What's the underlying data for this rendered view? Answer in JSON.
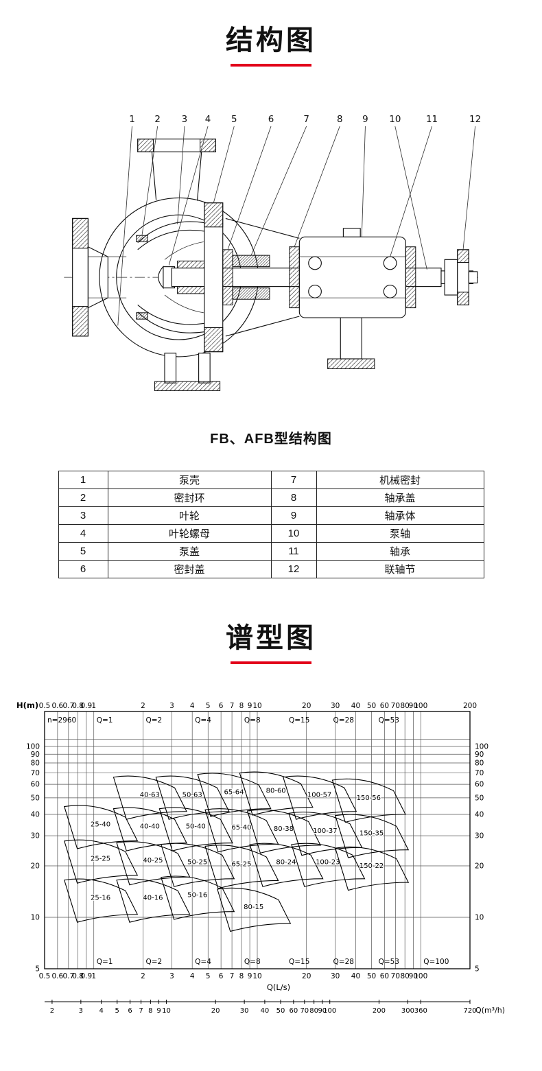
{
  "page": {
    "background": "#ffffff",
    "accent_color": "#e2001a"
  },
  "structure_section": {
    "title": "结构图",
    "caption": "FB、AFB型结构图",
    "part_numbers": [
      "1",
      "2",
      "3",
      "4",
      "5",
      "6",
      "7",
      "8",
      "9",
      "10",
      "11",
      "12"
    ],
    "parts_table": {
      "rows": [
        {
          "no_l": "1",
          "name_l": "泵壳",
          "no_r": "7",
          "name_r": "机械密封"
        },
        {
          "no_l": "2",
          "name_l": "密封环",
          "no_r": "8",
          "name_r": "轴承盖"
        },
        {
          "no_l": "3",
          "name_l": "叶轮",
          "no_r": "9",
          "name_r": "轴承体"
        },
        {
          "no_l": "4",
          "name_l": "叶轮螺母",
          "no_r": "10",
          "name_r": "泵轴"
        },
        {
          "no_l": "5",
          "name_l": "泵盖",
          "no_r": "11",
          "name_r": "轴承"
        },
        {
          "no_l": "6",
          "name_l": "密封盖",
          "no_r": "12",
          "name_r": "联轴节"
        }
      ]
    }
  },
  "spectrum_section": {
    "title": "谱型图"
  },
  "chart_data": {
    "type": "area",
    "title": "谱型图",
    "speed_label": "n=2960",
    "ylabel": "H(m)",
    "xlabel": "Q(L/s)",
    "xlabel2": "Q(m³/h)",
    "x_scale": "log",
    "y_scale": "log",
    "xlim": [
      0.5,
      200
    ],
    "ylim": [
      5,
      160
    ],
    "top_band_line": 110,
    "x_ticks": [
      0.5,
      0.6,
      0.7,
      0.8,
      0.9,
      1,
      2,
      3,
      4,
      5,
      6,
      7,
      8,
      9,
      10,
      20,
      30,
      40,
      50,
      60,
      70,
      80,
      90,
      100,
      200
    ],
    "x_ticks_bottom": [
      0.5,
      0.6,
      0.7,
      0.8,
      0.9,
      1,
      2,
      3,
      4,
      5,
      6,
      7,
      8,
      9,
      10,
      20,
      30,
      40,
      50,
      60,
      70,
      80,
      90,
      100
    ],
    "y_ticks": [
      5,
      10,
      20,
      30,
      40,
      50,
      60,
      70,
      80,
      90,
      100
    ],
    "x2_ticks": [
      2,
      3,
      4,
      5,
      6,
      7,
      8,
      9,
      10,
      20,
      30,
      40,
      50,
      60,
      70,
      80,
      90,
      100,
      200,
      300,
      360,
      720
    ],
    "q_guides_top": [
      {
        "label": "Q=1",
        "value": 1
      },
      {
        "label": "Q=2",
        "value": 2
      },
      {
        "label": "Q=4",
        "value": 4
      },
      {
        "label": "Q=8",
        "value": 8
      },
      {
        "label": "Q=15",
        "value": 15
      },
      {
        "label": "Q=28",
        "value": 28
      },
      {
        "label": "Q=53",
        "value": 53
      }
    ],
    "q_guides_bottom": [
      {
        "label": "Q=1",
        "value": 1
      },
      {
        "label": "Q=2",
        "value": 2
      },
      {
        "label": "Q=4",
        "value": 4
      },
      {
        "label": "Q=8",
        "value": 8
      },
      {
        "label": "Q=15",
        "value": 15
      },
      {
        "label": "Q=28",
        "value": 28
      },
      {
        "label": "Q=53",
        "value": 53
      },
      {
        "label": "Q=100",
        "value": 100
      }
    ],
    "regions": [
      {
        "label": "40-63",
        "q": 2.2,
        "h": 52
      },
      {
        "label": "50-63",
        "q": 4.0,
        "h": 52
      },
      {
        "label": "65-64",
        "q": 7.2,
        "h": 54
      },
      {
        "label": "80-60",
        "q": 13,
        "h": 55
      },
      {
        "label": "100-57",
        "q": 24,
        "h": 52
      },
      {
        "label": "150-56",
        "q": 48,
        "h": 50
      },
      {
        "label": "25-40",
        "q": 1.1,
        "h": 35
      },
      {
        "label": "40-40",
        "q": 2.2,
        "h": 34
      },
      {
        "label": "50-40",
        "q": 4.2,
        "h": 34
      },
      {
        "label": "65-40",
        "q": 8,
        "h": 33.5
      },
      {
        "label": "80-38",
        "q": 14.5,
        "h": 33
      },
      {
        "label": "100-37",
        "q": 26,
        "h": 32
      },
      {
        "label": "150-35",
        "q": 50,
        "h": 31
      },
      {
        "label": "25-25",
        "q": 1.1,
        "h": 22
      },
      {
        "label": "40-25",
        "q": 2.3,
        "h": 21.5
      },
      {
        "label": "50-25",
        "q": 4.3,
        "h": 21
      },
      {
        "label": "65-25",
        "q": 8,
        "h": 20.5
      },
      {
        "label": "80-24",
        "q": 15,
        "h": 21
      },
      {
        "label": "100-23",
        "q": 27,
        "h": 21
      },
      {
        "label": "150-22",
        "q": 50,
        "h": 20
      },
      {
        "label": "25-16",
        "q": 1.1,
        "h": 13
      },
      {
        "label": "40-16",
        "q": 2.3,
        "h": 13
      },
      {
        "label": "50-16",
        "q": 4.3,
        "h": 13.5
      },
      {
        "label": "80-15",
        "q": 9.5,
        "h": 11.5
      }
    ],
    "grid": true,
    "legend": false
  }
}
